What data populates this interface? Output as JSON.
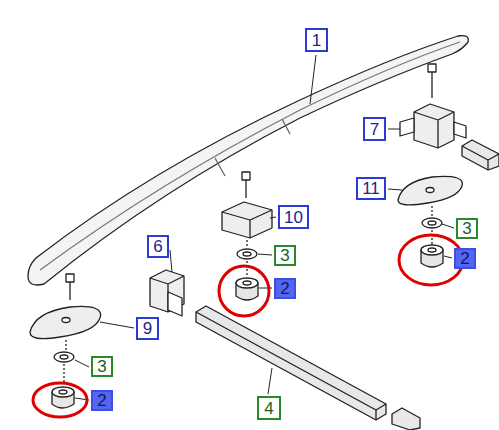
{
  "diagram": {
    "labels": [
      "1",
      "7",
      "11",
      "10",
      "3",
      "2",
      "6",
      "3",
      "2",
      "9",
      "3",
      "4",
      "2"
    ]
  }
}
